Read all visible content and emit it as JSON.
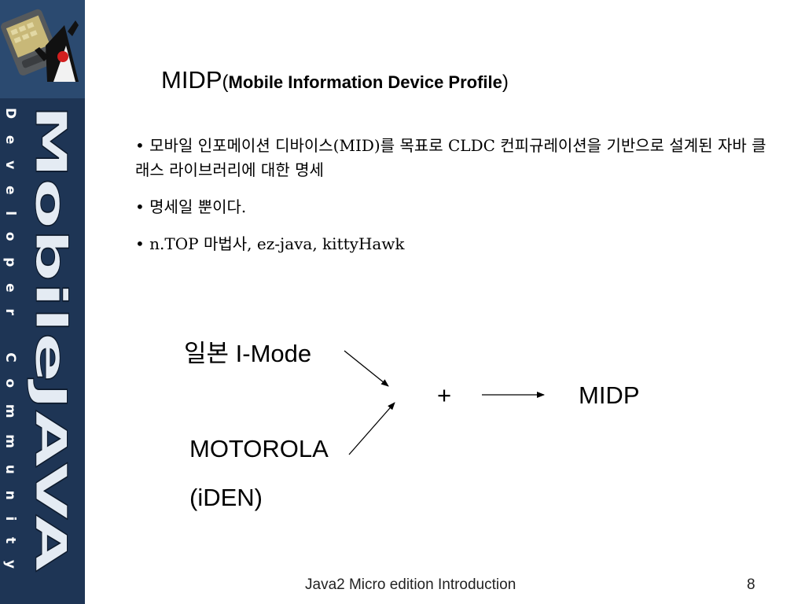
{
  "sidebar": {
    "logo_text": "MobileJAVA",
    "vertical_caption": "Developer Community",
    "colors": {
      "background": "#1e3555",
      "logo_fill": "#e4ebf3",
      "caption": "#ffffff"
    }
  },
  "slide": {
    "title_main": "MIDP",
    "title_open": "(",
    "title_sub": "Mobile Information Device Profile",
    "title_close": ")",
    "bullets": [
      "모바일 인포메이션 디바이스(MID)를 목표로 CLDC 컨피규레이션을 기반으로 설계된 자바 클래스 라이브러리에 대한 명세",
      "명세일 뿐이다.",
      "n.TOP 마법사, ez-java, kittyHawk"
    ],
    "bullet_marker": "•"
  },
  "diagram": {
    "imode_label": "일본 I-Mode",
    "motorola_label": "MOTOROLA",
    "iden_label": "(iDEN)",
    "plus_label": "+",
    "midp_label": "MIDP"
  },
  "footer": {
    "course_title": "Java2 Micro edition Introduction",
    "page_number": "8"
  }
}
